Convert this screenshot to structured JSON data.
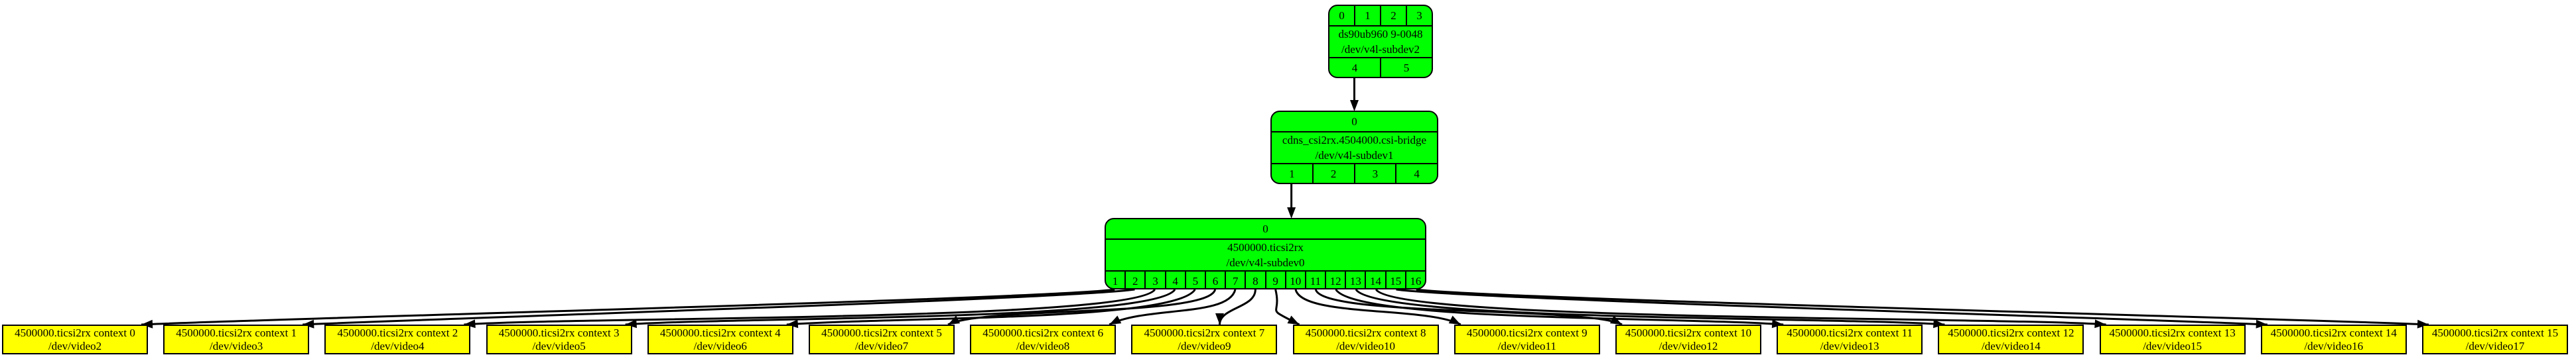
{
  "colors": {
    "subdev_fill": "#00ff00",
    "context_fill": "#ffff00",
    "edge": "#000000",
    "border": "#000000",
    "background": "#ffffff"
  },
  "nodes": {
    "ds90ub960": {
      "line1": "ds90ub960 9-0048",
      "line2": "/dev/v4l-subdev2",
      "top_ports": [
        "0",
        "1",
        "2",
        "3"
      ],
      "bottom_ports": [
        "4",
        "5"
      ]
    },
    "csi_bridge": {
      "line1": "cdns_csi2rx.4504000.csi-bridge",
      "line2": "/dev/v4l-subdev1",
      "top_ports": [
        "0"
      ],
      "bottom_ports": [
        "1",
        "2",
        "3",
        "4"
      ]
    },
    "ticsi2rx": {
      "line1": "4500000.ticsi2rx",
      "line2": "/dev/v4l-subdev0",
      "top_ports": [
        "0"
      ],
      "bottom_ports": [
        "1",
        "2",
        "3",
        "4",
        "5",
        "6",
        "7",
        "8",
        "9",
        "10",
        "11",
        "12",
        "13",
        "14",
        "15",
        "16"
      ]
    }
  },
  "contexts": [
    {
      "line1": "4500000.ticsi2rx context 0",
      "line2": "/dev/video2"
    },
    {
      "line1": "4500000.ticsi2rx context 1",
      "line2": "/dev/video3"
    },
    {
      "line1": "4500000.ticsi2rx context 2",
      "line2": "/dev/video4"
    },
    {
      "line1": "4500000.ticsi2rx context 3",
      "line2": "/dev/video5"
    },
    {
      "line1": "4500000.ticsi2rx context 4",
      "line2": "/dev/video6"
    },
    {
      "line1": "4500000.ticsi2rx context 5",
      "line2": "/dev/video7"
    },
    {
      "line1": "4500000.ticsi2rx context 6",
      "line2": "/dev/video8"
    },
    {
      "line1": "4500000.ticsi2rx context 7",
      "line2": "/dev/video9"
    },
    {
      "line1": "4500000.ticsi2rx context 8",
      "line2": "/dev/video10"
    },
    {
      "line1": "4500000.ticsi2rx context 9",
      "line2": "/dev/video11"
    },
    {
      "line1": "4500000.ticsi2rx context 10",
      "line2": "/dev/video12"
    },
    {
      "line1": "4500000.ticsi2rx context 11",
      "line2": "/dev/video13"
    },
    {
      "line1": "4500000.ticsi2rx context 12",
      "line2": "/dev/video14"
    },
    {
      "line1": "4500000.ticsi2rx context 13",
      "line2": "/dev/video15"
    },
    {
      "line1": "4500000.ticsi2rx context 14",
      "line2": "/dev/video16"
    },
    {
      "line1": "4500000.ticsi2rx context 15",
      "line2": "/dev/video17"
    }
  ],
  "links": [
    {
      "from_node": "ds90ub960",
      "from_port": "4",
      "to_node": "csi_bridge"
    },
    {
      "from_node": "csi_bridge",
      "from_port": "1",
      "to_node": "ticsi2rx"
    },
    {
      "from_node": "ticsi2rx",
      "from_port": "1",
      "to_context": 0
    },
    {
      "from_node": "ticsi2rx",
      "from_port": "2",
      "to_context": 1
    },
    {
      "from_node": "ticsi2rx",
      "from_port": "3",
      "to_context": 2
    },
    {
      "from_node": "ticsi2rx",
      "from_port": "4",
      "to_context": 3
    },
    {
      "from_node": "ticsi2rx",
      "from_port": "5",
      "to_context": 4
    },
    {
      "from_node": "ticsi2rx",
      "from_port": "6",
      "to_context": 5
    },
    {
      "from_node": "ticsi2rx",
      "from_port": "7",
      "to_context": 6
    },
    {
      "from_node": "ticsi2rx",
      "from_port": "8",
      "to_context": 7
    },
    {
      "from_node": "ticsi2rx",
      "from_port": "9",
      "to_context": 8
    },
    {
      "from_node": "ticsi2rx",
      "from_port": "10",
      "to_context": 9
    },
    {
      "from_node": "ticsi2rx",
      "from_port": "11",
      "to_context": 10
    },
    {
      "from_node": "ticsi2rx",
      "from_port": "12",
      "to_context": 11
    },
    {
      "from_node": "ticsi2rx",
      "from_port": "13",
      "to_context": 12
    },
    {
      "from_node": "ticsi2rx",
      "from_port": "14",
      "to_context": 13
    },
    {
      "from_node": "ticsi2rx",
      "from_port": "15",
      "to_context": 14
    },
    {
      "from_node": "ticsi2rx",
      "from_port": "16",
      "to_context": 15
    }
  ]
}
